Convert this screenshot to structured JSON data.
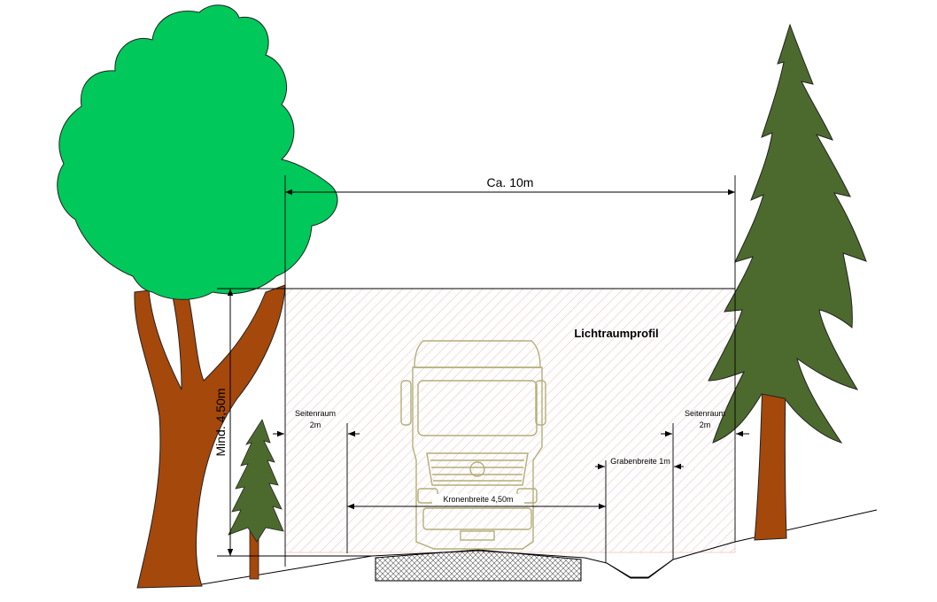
{
  "labels": {
    "total_width": "Ca. 10m",
    "clearance_profile": "Lichtraumprofil",
    "min_height": "Mind. 4,50m",
    "side_space_left_title": "Seitenraum",
    "side_space_left_value": "2m",
    "side_space_right_title": "Seitenraum",
    "side_space_right_value": "2m",
    "ditch_width": "Grabenbreite 1m",
    "crown_width": "Kronenbreite 4,50m"
  },
  "colors": {
    "deciduous_crown": "#00c85a",
    "trunk": "#a5480c",
    "conifer": "#4d6a2e",
    "truck_outline": "#b3ae78",
    "hatch": "#f2c4c4",
    "lines": "#000000"
  }
}
